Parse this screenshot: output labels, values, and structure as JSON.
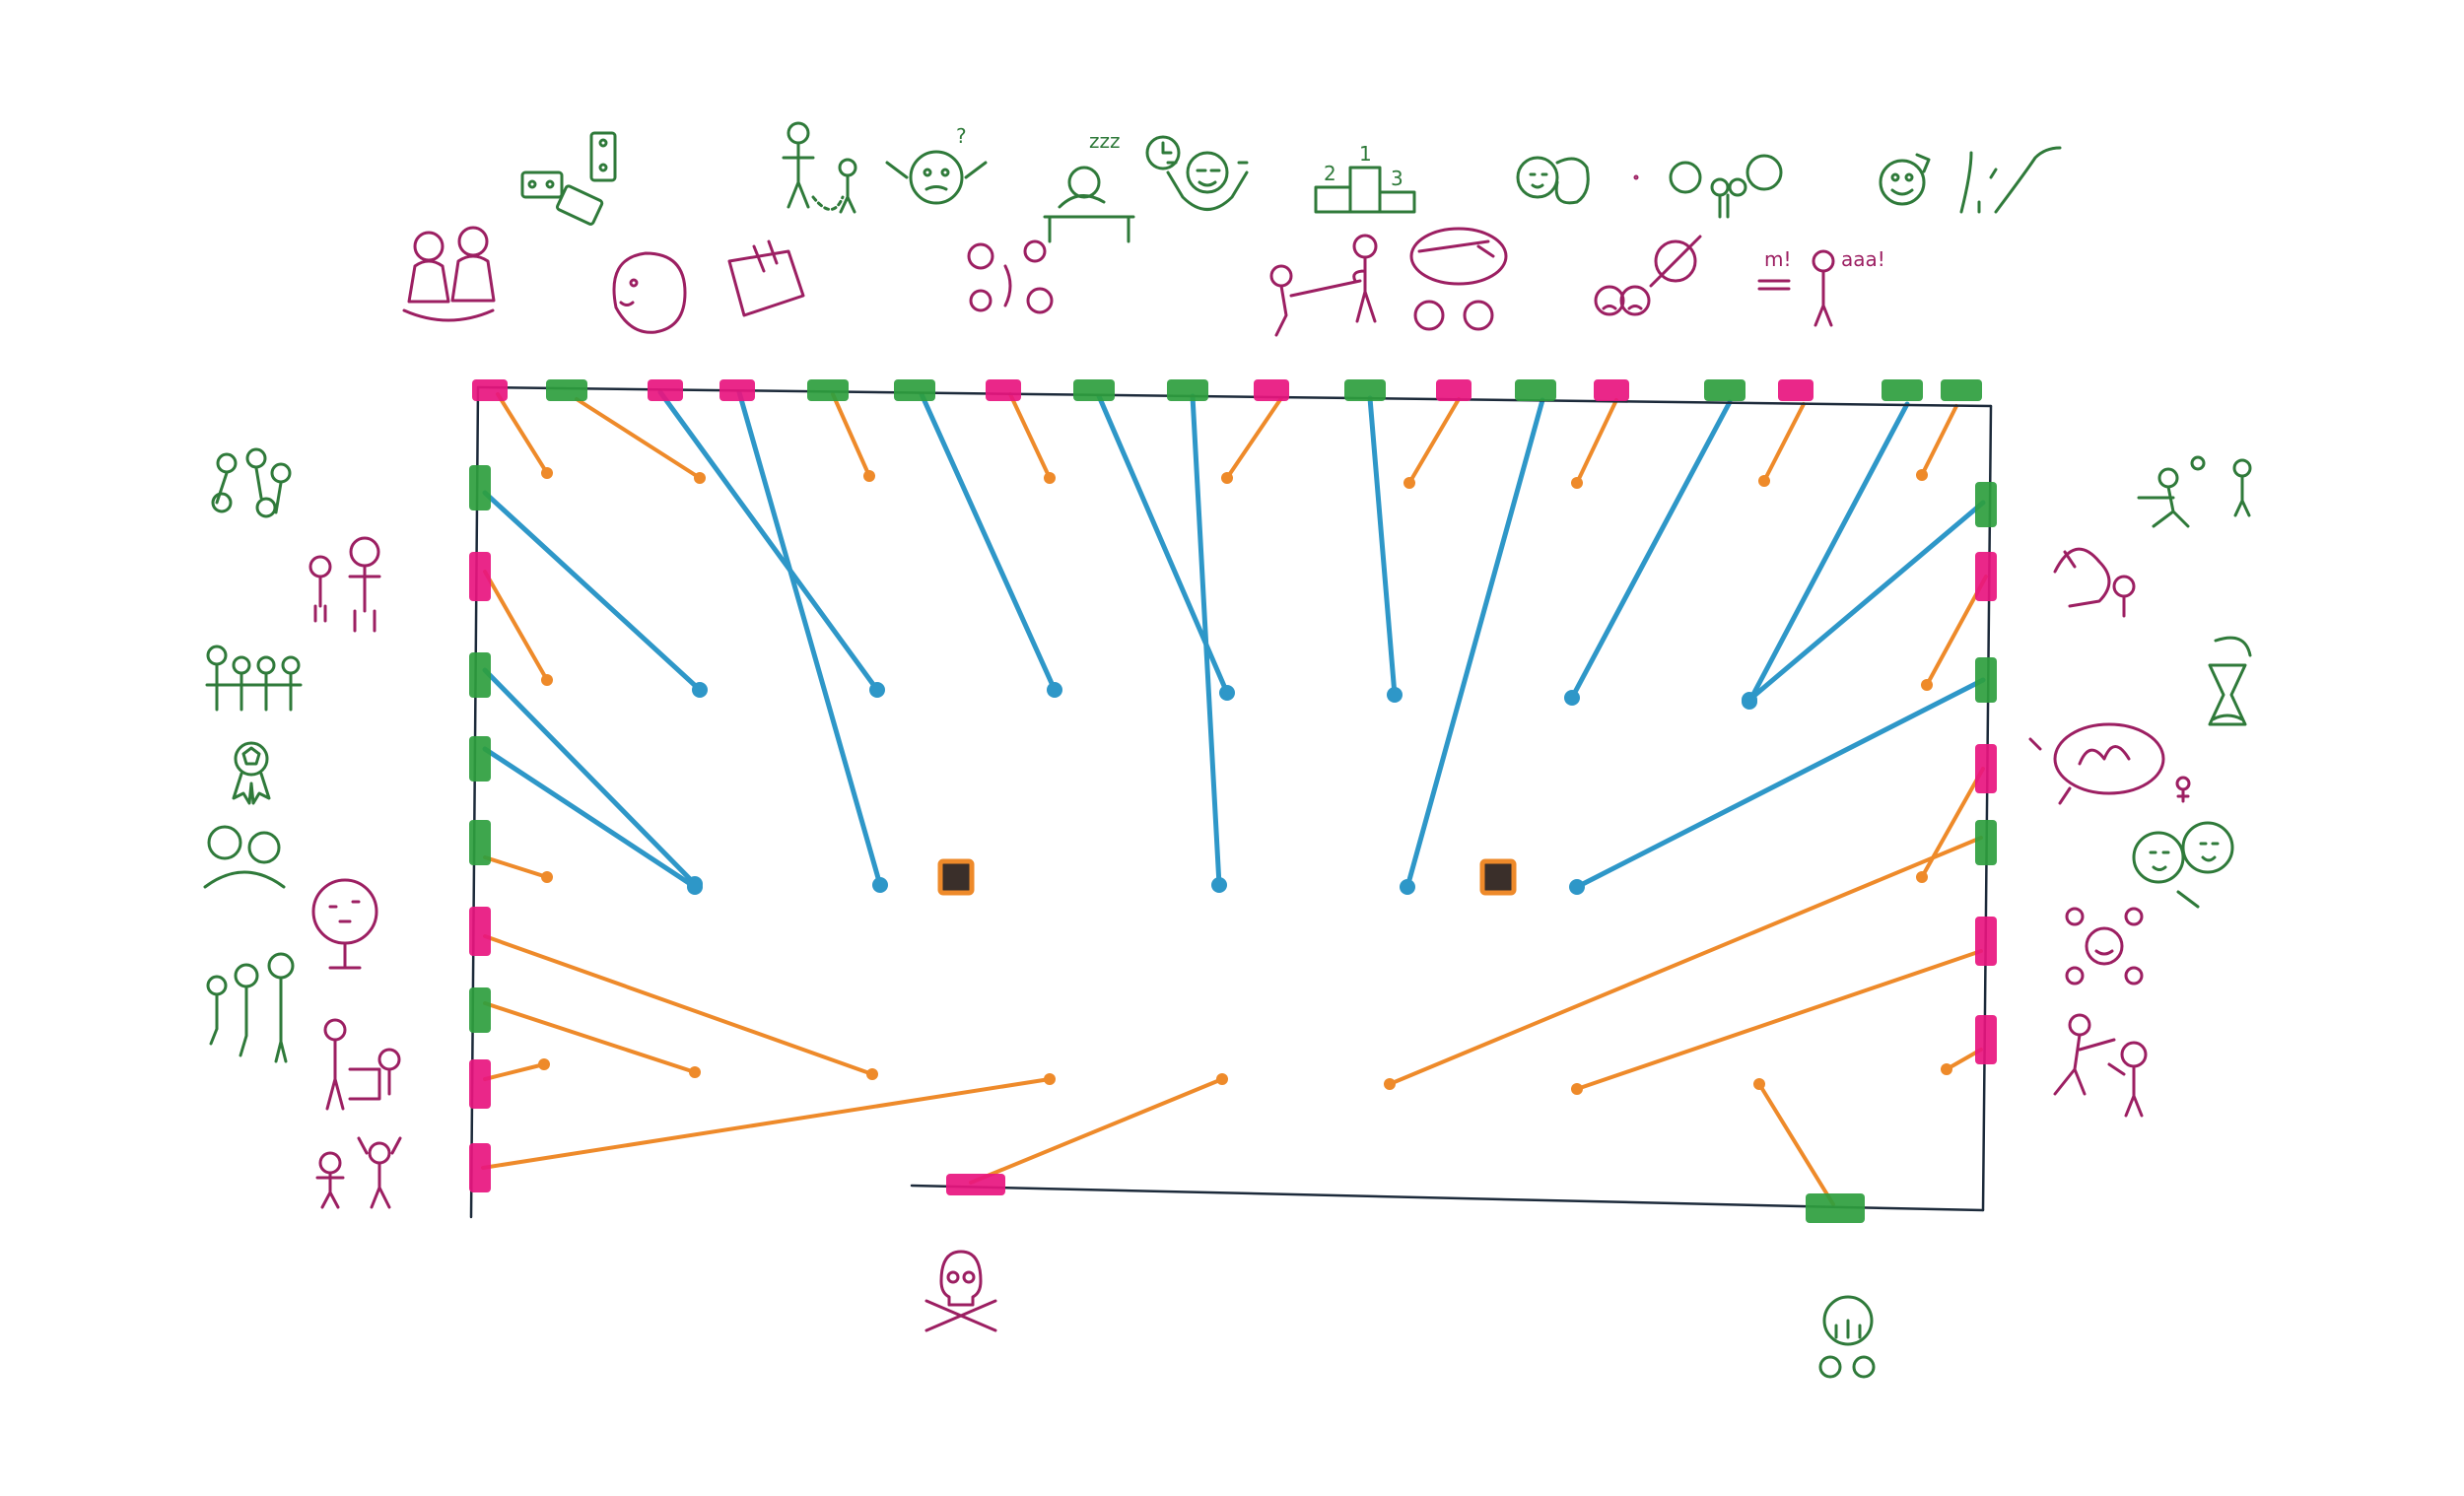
{
  "palette": {
    "outline": "#1c2a3a",
    "magenta": "#e8157f",
    "green": "#2e9e3e",
    "orange": "#ee8a2a",
    "blue": "#2e97c8",
    "icon_magenta": "#9c1f62",
    "icon_green": "#2f7a3a"
  },
  "rectangle": {
    "sides": [
      "top",
      "left",
      "right",
      "bottom"
    ]
  },
  "markers": {
    "top": [
      "magenta",
      "green",
      "magenta",
      "magenta",
      "green",
      "green",
      "magenta",
      "green",
      "green",
      "magenta",
      "green",
      "magenta",
      "green",
      "magenta",
      "green",
      "magenta",
      "green",
      "green"
    ],
    "left": [
      "green",
      "magenta",
      "green",
      "green",
      "green",
      "magenta",
      "green",
      "magenta",
      "magenta"
    ],
    "right": [
      "green",
      "magenta",
      "green",
      "magenta",
      "green",
      "magenta",
      "magenta"
    ],
    "bottom": [
      "magenta",
      "green"
    ],
    "inner_squares": 2
  },
  "line_colors": {
    "main": "blue",
    "secondary": "orange"
  },
  "icons": {
    "top": [
      "family-icon",
      "dominoes-icon",
      "baby-head-icon",
      "bag-icon",
      "parent-child-icon",
      "confused-face-icon",
      "emotions-icon",
      "sleeping-desk-icon",
      "clock-icon",
      "strong-person-icon",
      "podium-icon",
      "tug-of-war-icon",
      "speech-bubble-icon",
      "faces-icon",
      "couple-icon",
      "sad-faces-icon",
      "crossed-face-icon",
      "faces-group-icon",
      "shouting-icon",
      "smiley-arrow-icon",
      "road-icon"
    ],
    "left": [
      "group-play-icon",
      "adult-child-icon",
      "team-icon",
      "award-icon",
      "hug-icon",
      "tree-icon",
      "family-walk-icon",
      "caregiver-icon",
      "jumping-children-icon"
    ],
    "right": [
      "playing-football-icon",
      "child-fall-icon",
      "hourglass-icon",
      "gender-speech-icon",
      "two-faces-icon",
      "emotions-icon",
      "fighting-icon"
    ],
    "bottom": [
      "skull-crossbones-icon",
      "community-bubble-icon"
    ]
  },
  "podium_numbers": [
    "1",
    "2",
    "3"
  ],
  "sleep_text": "zzz",
  "shout_texts": [
    "m!",
    "aaa!"
  ]
}
